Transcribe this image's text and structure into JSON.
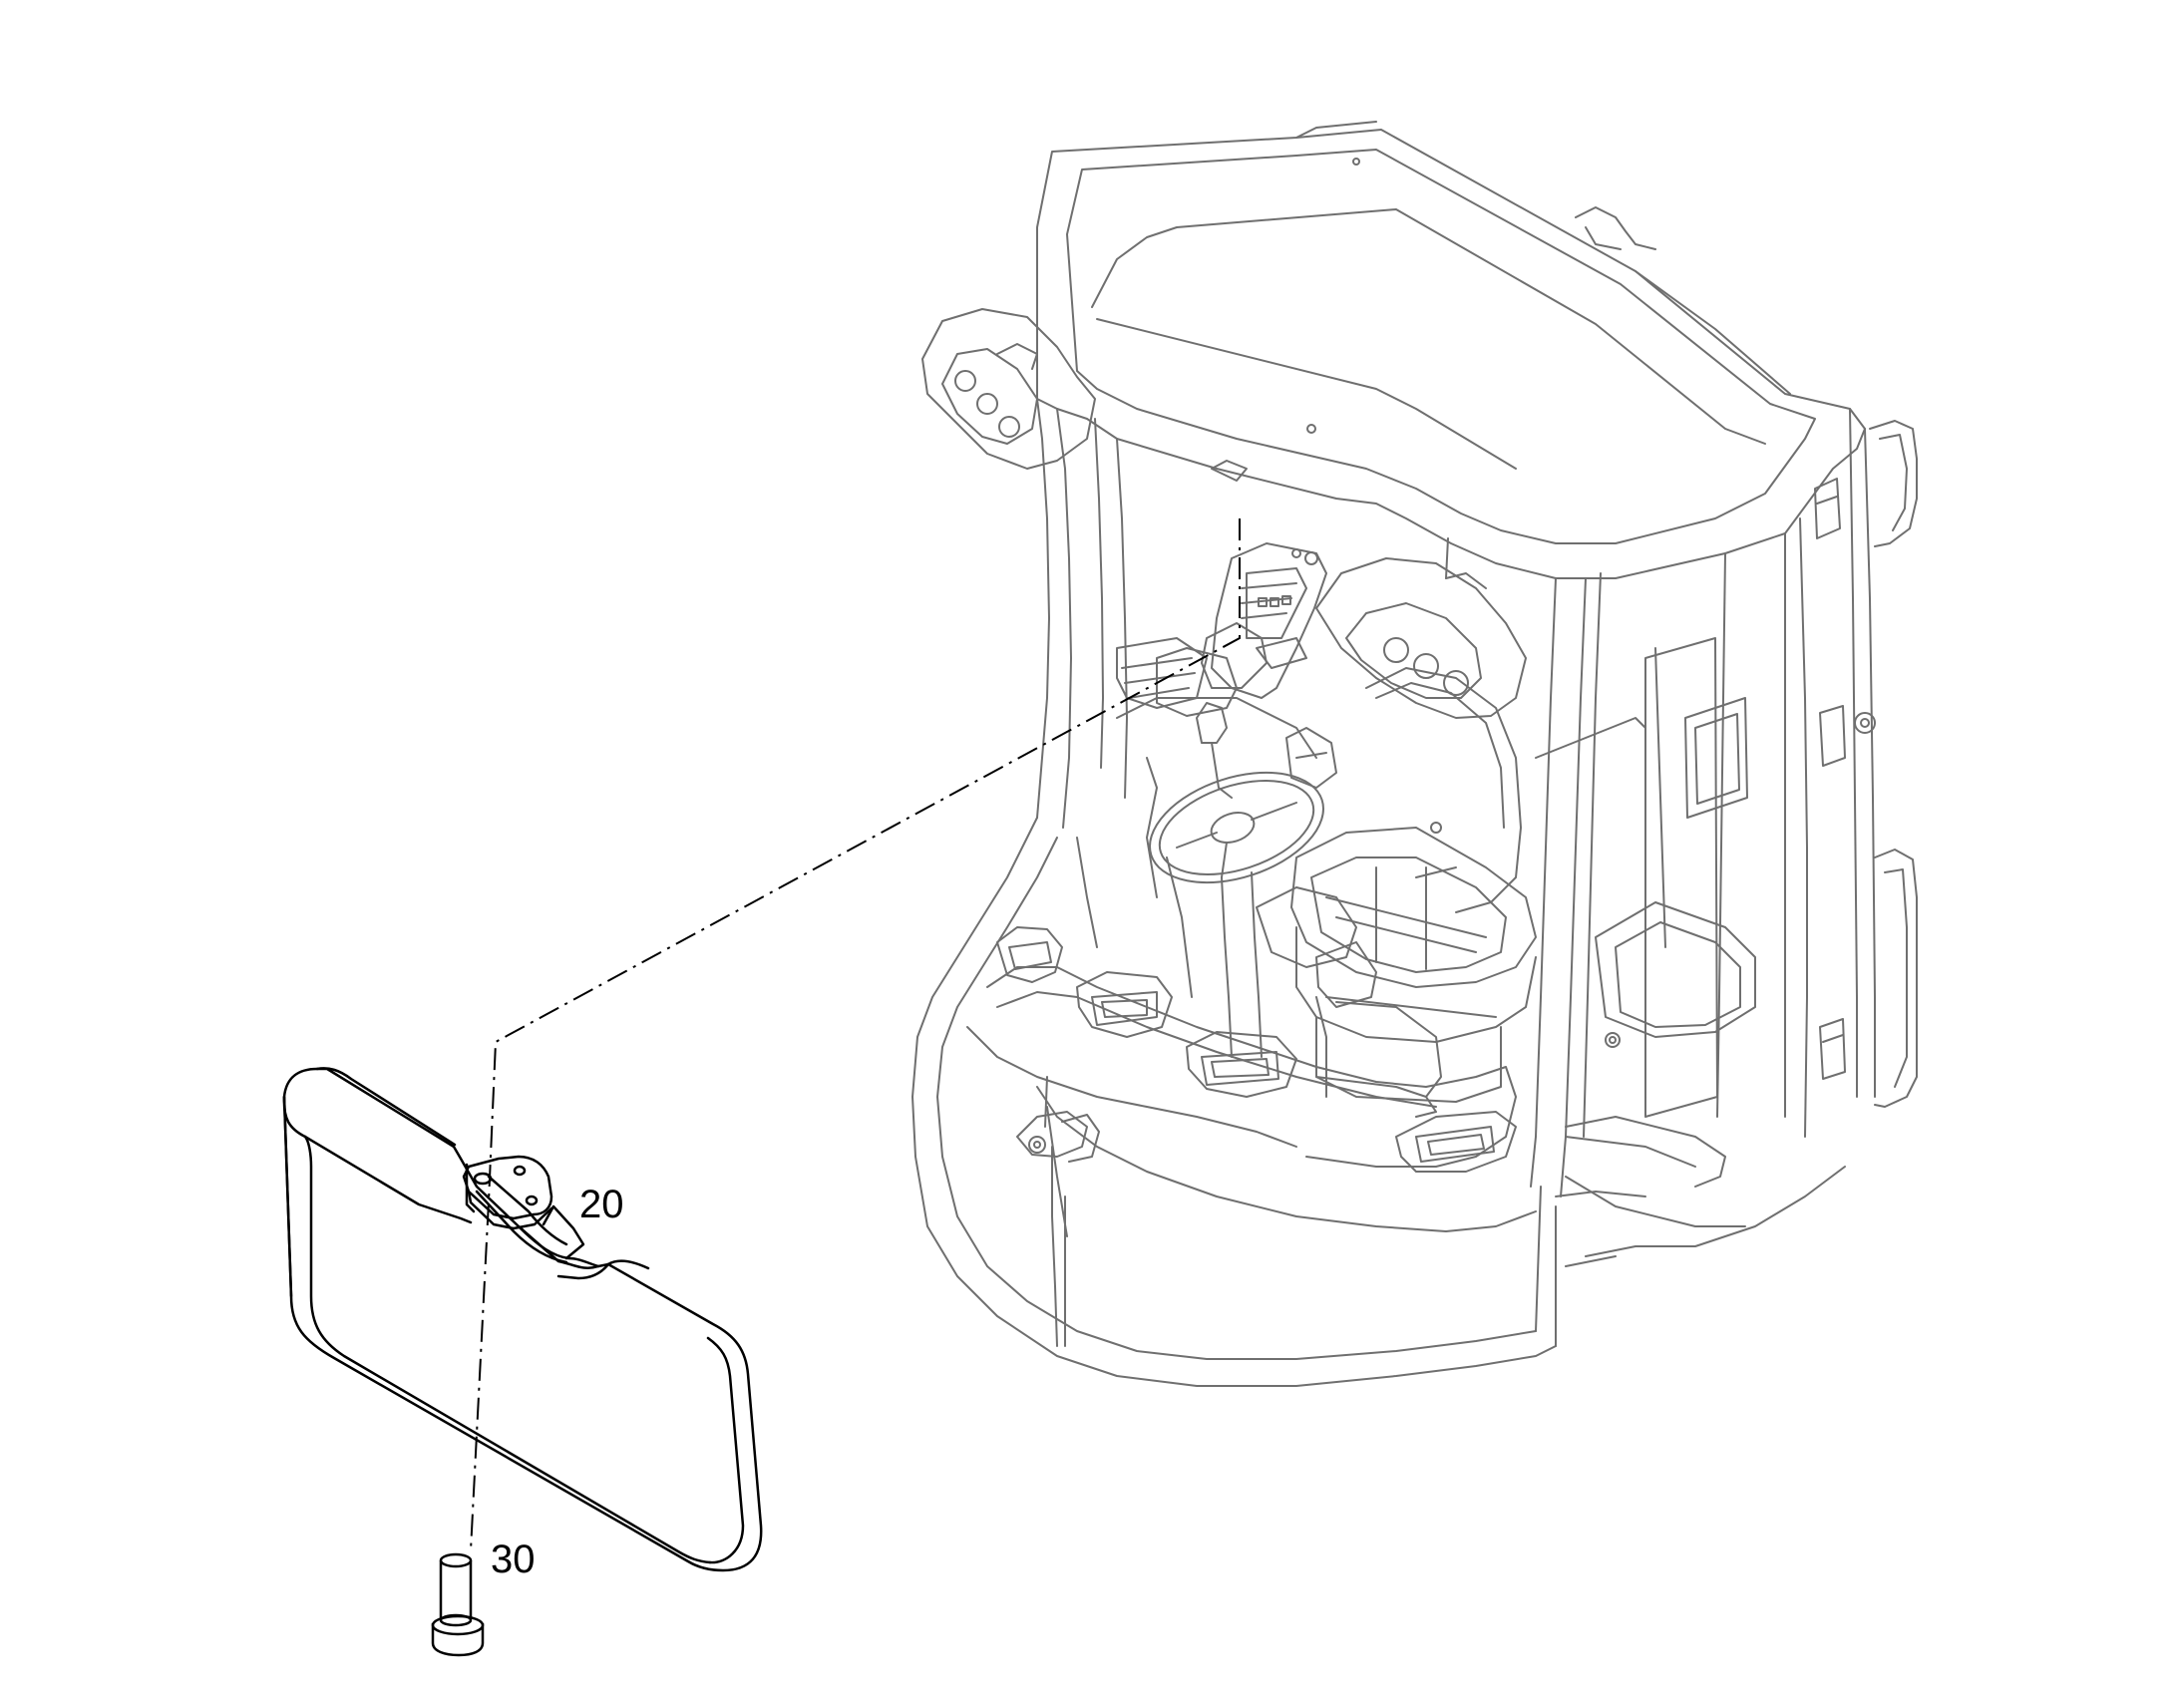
{
  "diagram": {
    "type": "exploded-parts-view",
    "callouts": [
      {
        "id": "callout-20",
        "label": "20",
        "part": "interior-mirror"
      },
      {
        "id": "callout-30",
        "label": "30",
        "part": "mounting-bolt"
      }
    ],
    "colors": {
      "background": "#ffffff",
      "line": "#000000",
      "cab-outline": "#6f6f6f"
    }
  }
}
